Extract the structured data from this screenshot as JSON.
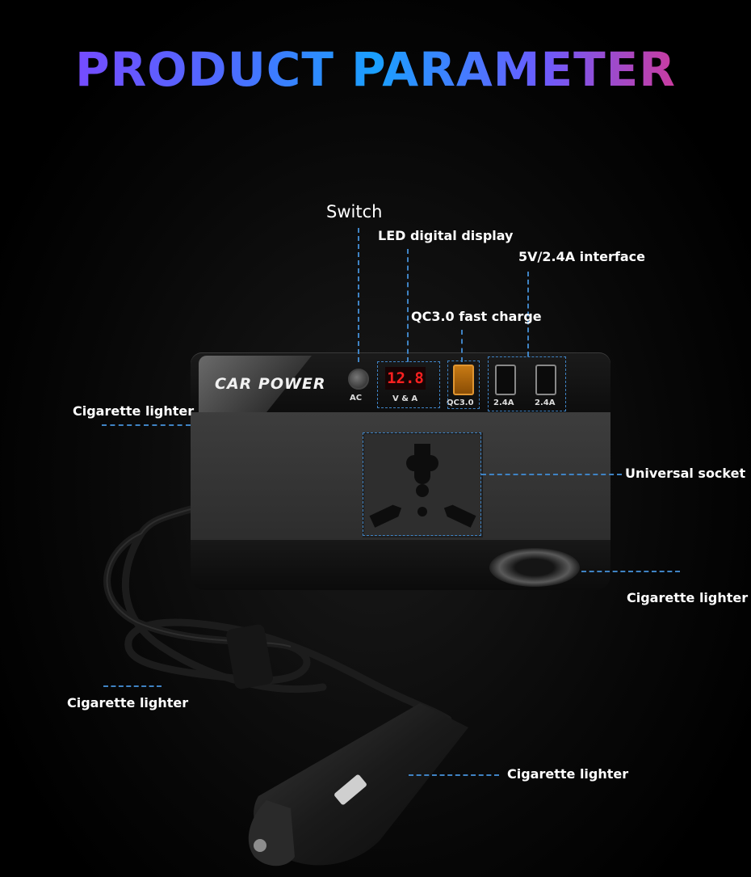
{
  "title": "PRODUCT PARAMETER",
  "device": {
    "brand": "CAR POWER",
    "switch_label": "AC",
    "display_value": "12.8",
    "display_unit": "V & A",
    "qc_port_label": "QC3.0",
    "usb1_label": "2.4A",
    "usb2_label": "2.4A"
  },
  "callouts": {
    "switch": "Switch",
    "led_display": "LED digital display",
    "usb_interface": "5V/2.4A interface",
    "qc_fast_charge": "QC3.0 fast charge",
    "cig_left": "Cigarette lighter",
    "universal_socket": "Universal socket",
    "cig_right": "Cigarette lighter",
    "cig_cable": "Cigarette lighter",
    "cig_plug": "Cigarette lighter"
  },
  "colors": {
    "leader_line": "#3f83c4",
    "led_digits": "#ff2020",
    "qc_port": "#c77a14"
  }
}
